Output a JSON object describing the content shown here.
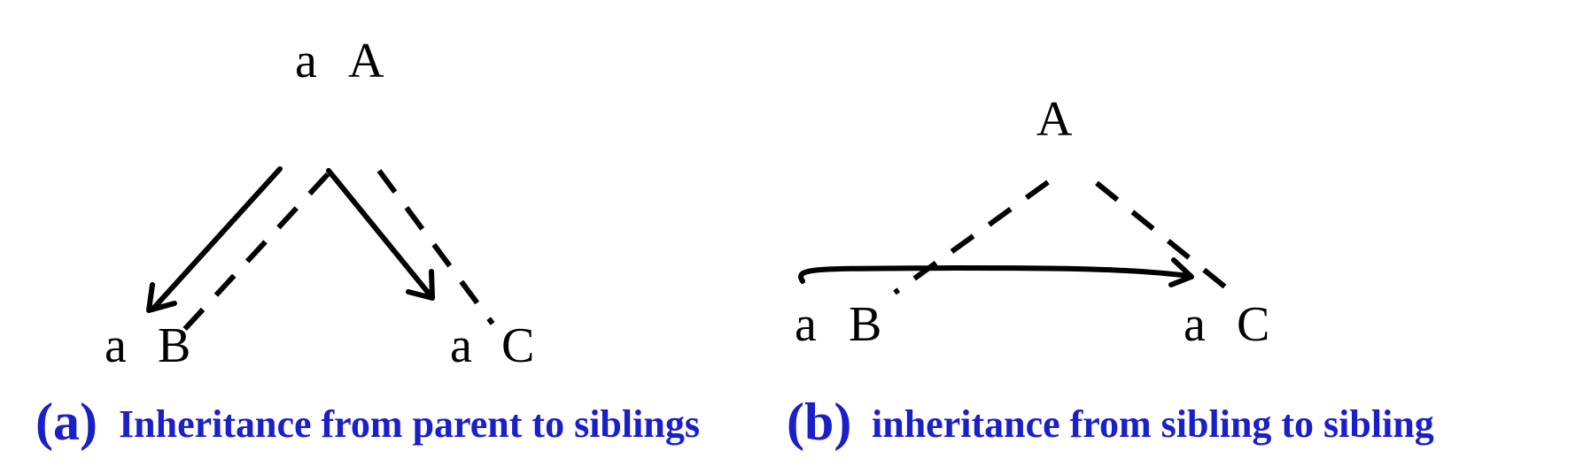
{
  "panel_a": {
    "node_top": {
      "attr": "a",
      "name": "A"
    },
    "node_left": {
      "attr": "a",
      "name": "B"
    },
    "node_right": {
      "attr": "a",
      "name": "C"
    },
    "caption_letter": "(a)",
    "caption_text": "Inheritance from parent to siblings"
  },
  "panel_b": {
    "node_top": {
      "name": "A"
    },
    "node_left": {
      "attr": "a",
      "name": "B"
    },
    "node_right": {
      "attr": "a",
      "name": "C"
    },
    "caption_letter": "(b)",
    "caption_text": "inheritance from sibling to sibling"
  },
  "colors": {
    "text": "#000000",
    "caption": "#1a1fc8"
  }
}
